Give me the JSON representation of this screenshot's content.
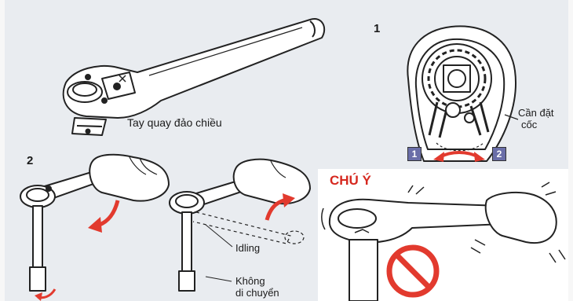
{
  "labels": {
    "reversing_lever": "Tay quay đảo chiều",
    "step_1": "1",
    "step_2": "2",
    "socket_lever_line1": "Cần đặt",
    "socket_lever_line2": "cốc",
    "position_1": "1",
    "position_2": "2",
    "warning": "CHÚ Ý",
    "idling": "Idling",
    "not_moving_line1": "Không",
    "not_moving_line2": "di chuyển"
  },
  "colors": {
    "background": "#e9ecf0",
    "accent_red": "#e23a2e",
    "warning_text": "#d6281f",
    "badge": "#6a6ea8",
    "line": "#222222",
    "panel": "#ffffff"
  },
  "icons": [
    "ratchet-handle-icon",
    "ratchet-head-closeup-icon",
    "hand-turning-icon",
    "prohibited-icon",
    "curved-arrow-icon"
  ]
}
